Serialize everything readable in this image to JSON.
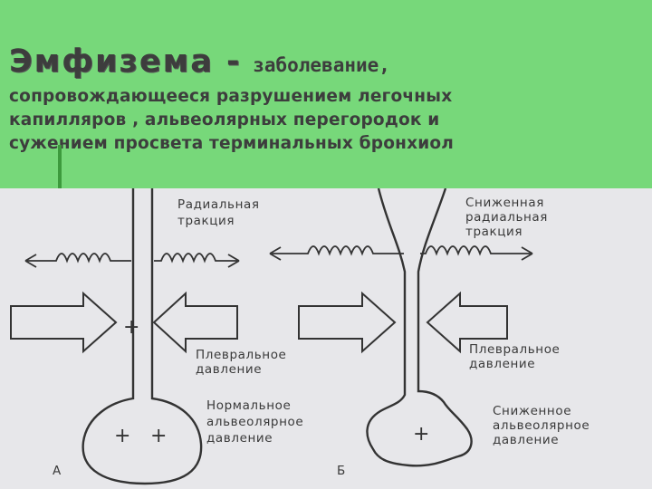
{
  "title": {
    "word": "Эмфизема -",
    "rest": " заболевание,",
    "line2": "сопровождающееся разрушением легочных",
    "line3": "капилляров , альвеолярных перегородок и",
    "line4": "сужением просвета терминальных бронхиол"
  },
  "figure": {
    "left": {
      "label_traction_1": "Радиальная",
      "label_traction_2": "тракция",
      "label_pleural_1": "Плевральное",
      "label_pleural_2": "давление",
      "label_alv_1": "Нормальное",
      "label_alv_2": "альвеолярное",
      "label_alv_3": "давление",
      "sign_airway": "+",
      "sign_alv_1": "+",
      "sign_alv_2": "+",
      "letter": "А"
    },
    "right": {
      "label_traction_1": "Сниженная",
      "label_traction_2": "радиальная",
      "label_traction_3": "тракция",
      "label_pleural_1": "Плевральное",
      "label_pleural_2": "давление",
      "label_alv_1": "Сниженное",
      "label_alv_2": "альвеолярное",
      "label_alv_3": "давление",
      "sign_alv": "+",
      "letter": "Б"
    }
  }
}
